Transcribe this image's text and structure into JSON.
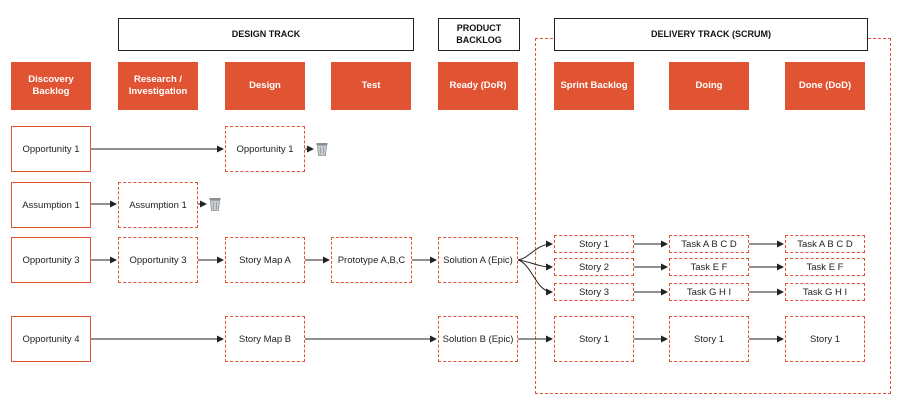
{
  "headers": {
    "design_track": "DESIGN TRACK",
    "product_backlog": "PRODUCT\nBACKLOG",
    "delivery_track": "DELIVERY TRACK (SCRUM)"
  },
  "columns": {
    "discovery_backlog": "Discovery\nBacklog",
    "research": "Research /\nInvestigation",
    "design": "Design",
    "test": "Test",
    "ready": "Ready (DoR)",
    "sprint_backlog": "Sprint Backlog",
    "doing": "Doing",
    "done": "Done (DoD)"
  },
  "row1": {
    "opportunity": "Opportunity 1",
    "design": "Opportunity 1"
  },
  "row2": {
    "assumption": "Assumption 1",
    "research": "Assumption 1"
  },
  "row3": {
    "opportunity": "Opportunity 3",
    "research": "Opportunity 3",
    "design": "Story Map A",
    "test": "Prototype A,B,C",
    "ready": "Solution A (Epic)",
    "stories": [
      "Story 1",
      "Story 2",
      "Story 3"
    ],
    "doing": [
      "Task A B C D",
      "Task E F",
      "Task G H I"
    ],
    "done": [
      "Task A B C D",
      "Task E F",
      "Task G H I"
    ]
  },
  "row4": {
    "opportunity": "Opportunity 4",
    "design": "Story Map B",
    "ready": "Solution B (Epic)",
    "story": "Story 1",
    "doing": "Story 1",
    "done": "Story 1"
  },
  "colors": {
    "accent": "#e15433",
    "line": "#222222"
  },
  "icons": {
    "discard": "trash-icon"
  }
}
